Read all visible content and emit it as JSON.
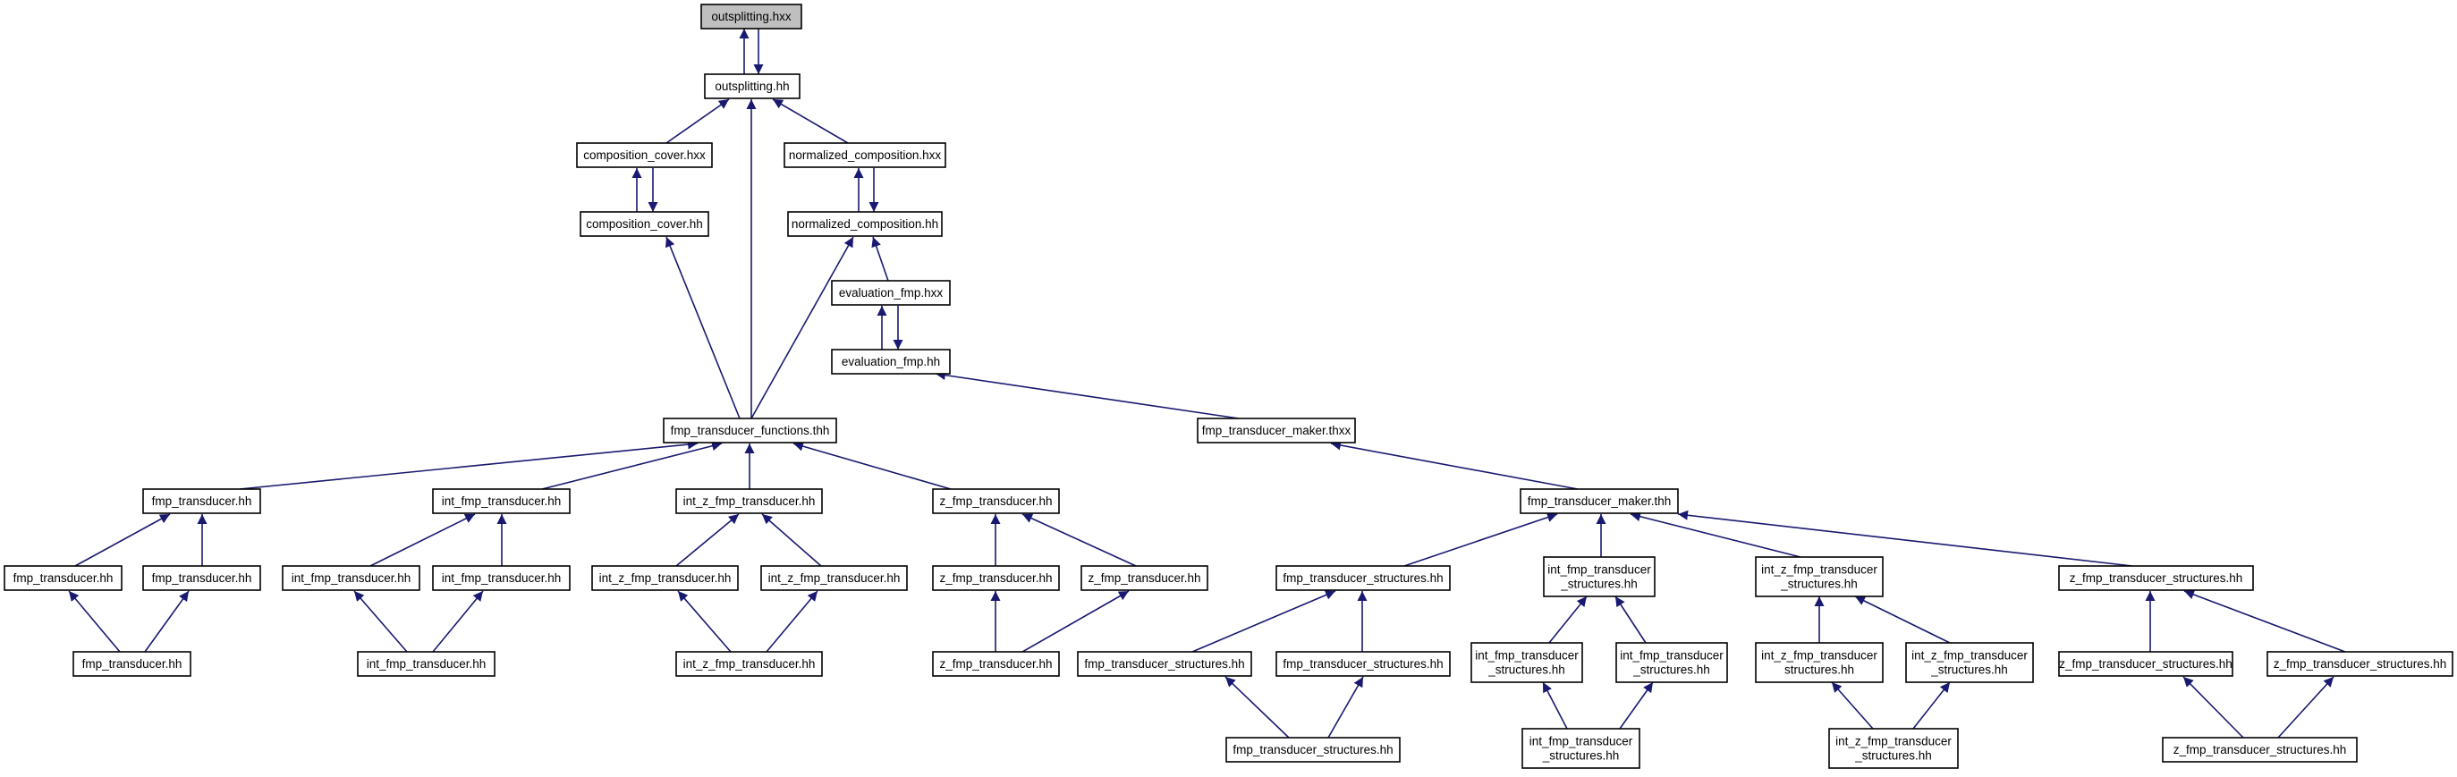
{
  "graph": {
    "colors": {
      "edge": "#191970",
      "node_border": "#000000",
      "node_fill": "#ffffff",
      "root_fill": "#bfbfbf"
    },
    "nodes": [
      {
        "id": "n1",
        "lines": [
          "outsplitting.hxx"
        ],
        "root": true
      },
      {
        "id": "n2",
        "lines": [
          "outsplitting.hh"
        ]
      },
      {
        "id": "n3",
        "lines": [
          "composition_cover.hxx"
        ]
      },
      {
        "id": "n4",
        "lines": [
          "normalized_composition.hxx"
        ]
      },
      {
        "id": "n5",
        "lines": [
          "composition_cover.hh"
        ]
      },
      {
        "id": "n6",
        "lines": [
          "normalized_composition.hh"
        ]
      },
      {
        "id": "n7",
        "lines": [
          "evaluation_fmp.hxx"
        ]
      },
      {
        "id": "n8",
        "lines": [
          "evaluation_fmp.hh"
        ]
      },
      {
        "id": "n9",
        "lines": [
          "fmp_transducer_functions.thh"
        ]
      },
      {
        "id": "n10",
        "lines": [
          "fmp_transducer_maker.thxx"
        ]
      },
      {
        "id": "n11",
        "lines": [
          "fmp_transducer.hh"
        ]
      },
      {
        "id": "n12",
        "lines": [
          "int_fmp_transducer.hh"
        ]
      },
      {
        "id": "n13",
        "lines": [
          "int_z_fmp_transducer.hh"
        ]
      },
      {
        "id": "n14",
        "lines": [
          "z_fmp_transducer.hh"
        ]
      },
      {
        "id": "n15",
        "lines": [
          "fmp_transducer_maker.thh"
        ]
      },
      {
        "id": "n16",
        "lines": [
          "fmp_transducer.hh"
        ]
      },
      {
        "id": "n17",
        "lines": [
          "fmp_transducer.hh"
        ]
      },
      {
        "id": "n18",
        "lines": [
          "int_fmp_transducer.hh"
        ]
      },
      {
        "id": "n19",
        "lines": [
          "int_fmp_transducer.hh"
        ]
      },
      {
        "id": "n20",
        "lines": [
          "int_z_fmp_transducer.hh"
        ]
      },
      {
        "id": "n21",
        "lines": [
          "int_z_fmp_transducer.hh"
        ]
      },
      {
        "id": "n22",
        "lines": [
          "z_fmp_transducer.hh"
        ]
      },
      {
        "id": "n23",
        "lines": [
          "z_fmp_transducer.hh"
        ]
      },
      {
        "id": "n24",
        "lines": [
          "fmp_transducer_structures.hh"
        ]
      },
      {
        "id": "n25",
        "lines": [
          "int_fmp_transducer",
          "_structures.hh"
        ]
      },
      {
        "id": "n26",
        "lines": [
          "int_z_fmp_transducer",
          "_structures.hh"
        ]
      },
      {
        "id": "n27",
        "lines": [
          "z_fmp_transducer_structures.hh"
        ]
      },
      {
        "id": "n28",
        "lines": [
          "fmp_transducer.hh"
        ]
      },
      {
        "id": "n29",
        "lines": [
          "int_fmp_transducer.hh"
        ]
      },
      {
        "id": "n30",
        "lines": [
          "int_z_fmp_transducer.hh"
        ]
      },
      {
        "id": "n31",
        "lines": [
          "z_fmp_transducer.hh"
        ]
      },
      {
        "id": "n32",
        "lines": [
          "fmp_transducer_structures.hh"
        ]
      },
      {
        "id": "n33",
        "lines": [
          "fmp_transducer_structures.hh"
        ]
      },
      {
        "id": "n34",
        "lines": [
          "int_fmp_transducer",
          "_structures.hh"
        ]
      },
      {
        "id": "n35",
        "lines": [
          "int_fmp_transducer",
          "_structures.hh"
        ]
      },
      {
        "id": "n36",
        "lines": [
          "int_z_fmp_transducer",
          "structures.hh"
        ]
      },
      {
        "id": "n37",
        "lines": [
          "int_z_fmp_transducer",
          "_structures.hh"
        ]
      },
      {
        "id": "n38",
        "lines": [
          "z_fmp_transducer_structures.hh"
        ]
      },
      {
        "id": "n39",
        "lines": [
          "z_fmp_transducer_structures.hh"
        ]
      },
      {
        "id": "n40",
        "lines": [
          "fmp_transducer_structures.hh"
        ]
      },
      {
        "id": "n41",
        "lines": [
          "int_fmp_transducer",
          "_structures.hh"
        ]
      },
      {
        "id": "n42",
        "lines": [
          "int_z_fmp_transducer",
          "_structures.hh"
        ]
      },
      {
        "id": "n43",
        "lines": [
          "z_fmp_transducer_structures.hh"
        ]
      }
    ],
    "edges": [
      {
        "from": "n2",
        "to": "n1"
      },
      {
        "from": "n1",
        "to": "n2"
      },
      {
        "from": "n3",
        "to": "n2"
      },
      {
        "from": "n4",
        "to": "n2"
      },
      {
        "from": "n9",
        "to": "n2"
      },
      {
        "from": "n5",
        "to": "n3"
      },
      {
        "from": "n3",
        "to": "n5"
      },
      {
        "from": "n6",
        "to": "n4"
      },
      {
        "from": "n4",
        "to": "n6"
      },
      {
        "from": "n9",
        "to": "n5"
      },
      {
        "from": "n9",
        "to": "n6"
      },
      {
        "from": "n7",
        "to": "n6"
      },
      {
        "from": "n8",
        "to": "n7"
      },
      {
        "from": "n7",
        "to": "n8"
      },
      {
        "from": "n10",
        "to": "n8"
      },
      {
        "from": "n11",
        "to": "n9"
      },
      {
        "from": "n12",
        "to": "n9"
      },
      {
        "from": "n13",
        "to": "n9"
      },
      {
        "from": "n14",
        "to": "n9"
      },
      {
        "from": "n15",
        "to": "n10"
      },
      {
        "from": "n16",
        "to": "n11"
      },
      {
        "from": "n17",
        "to": "n11"
      },
      {
        "from": "n28",
        "to": "n16"
      },
      {
        "from": "n28",
        "to": "n17"
      },
      {
        "from": "n18",
        "to": "n12"
      },
      {
        "from": "n19",
        "to": "n12"
      },
      {
        "from": "n29",
        "to": "n18"
      },
      {
        "from": "n29",
        "to": "n19"
      },
      {
        "from": "n20",
        "to": "n13"
      },
      {
        "from": "n21",
        "to": "n13"
      },
      {
        "from": "n30",
        "to": "n20"
      },
      {
        "from": "n30",
        "to": "n21"
      },
      {
        "from": "n22",
        "to": "n14"
      },
      {
        "from": "n23",
        "to": "n14"
      },
      {
        "from": "n31",
        "to": "n22"
      },
      {
        "from": "n31",
        "to": "n23"
      },
      {
        "from": "n24",
        "to": "n15"
      },
      {
        "from": "n25",
        "to": "n15"
      },
      {
        "from": "n26",
        "to": "n15"
      },
      {
        "from": "n27",
        "to": "n15"
      },
      {
        "from": "n32",
        "to": "n24"
      },
      {
        "from": "n33",
        "to": "n24"
      },
      {
        "from": "n40",
        "to": "n32"
      },
      {
        "from": "n40",
        "to": "n33"
      },
      {
        "from": "n34",
        "to": "n25"
      },
      {
        "from": "n35",
        "to": "n25"
      },
      {
        "from": "n41",
        "to": "n34"
      },
      {
        "from": "n41",
        "to": "n35"
      },
      {
        "from": "n36",
        "to": "n26"
      },
      {
        "from": "n37",
        "to": "n26"
      },
      {
        "from": "n42",
        "to": "n36"
      },
      {
        "from": "n42",
        "to": "n37"
      },
      {
        "from": "n38",
        "to": "n27"
      },
      {
        "from": "n39",
        "to": "n27"
      },
      {
        "from": "n43",
        "to": "n38"
      },
      {
        "from": "n43",
        "to": "n39"
      }
    ]
  }
}
